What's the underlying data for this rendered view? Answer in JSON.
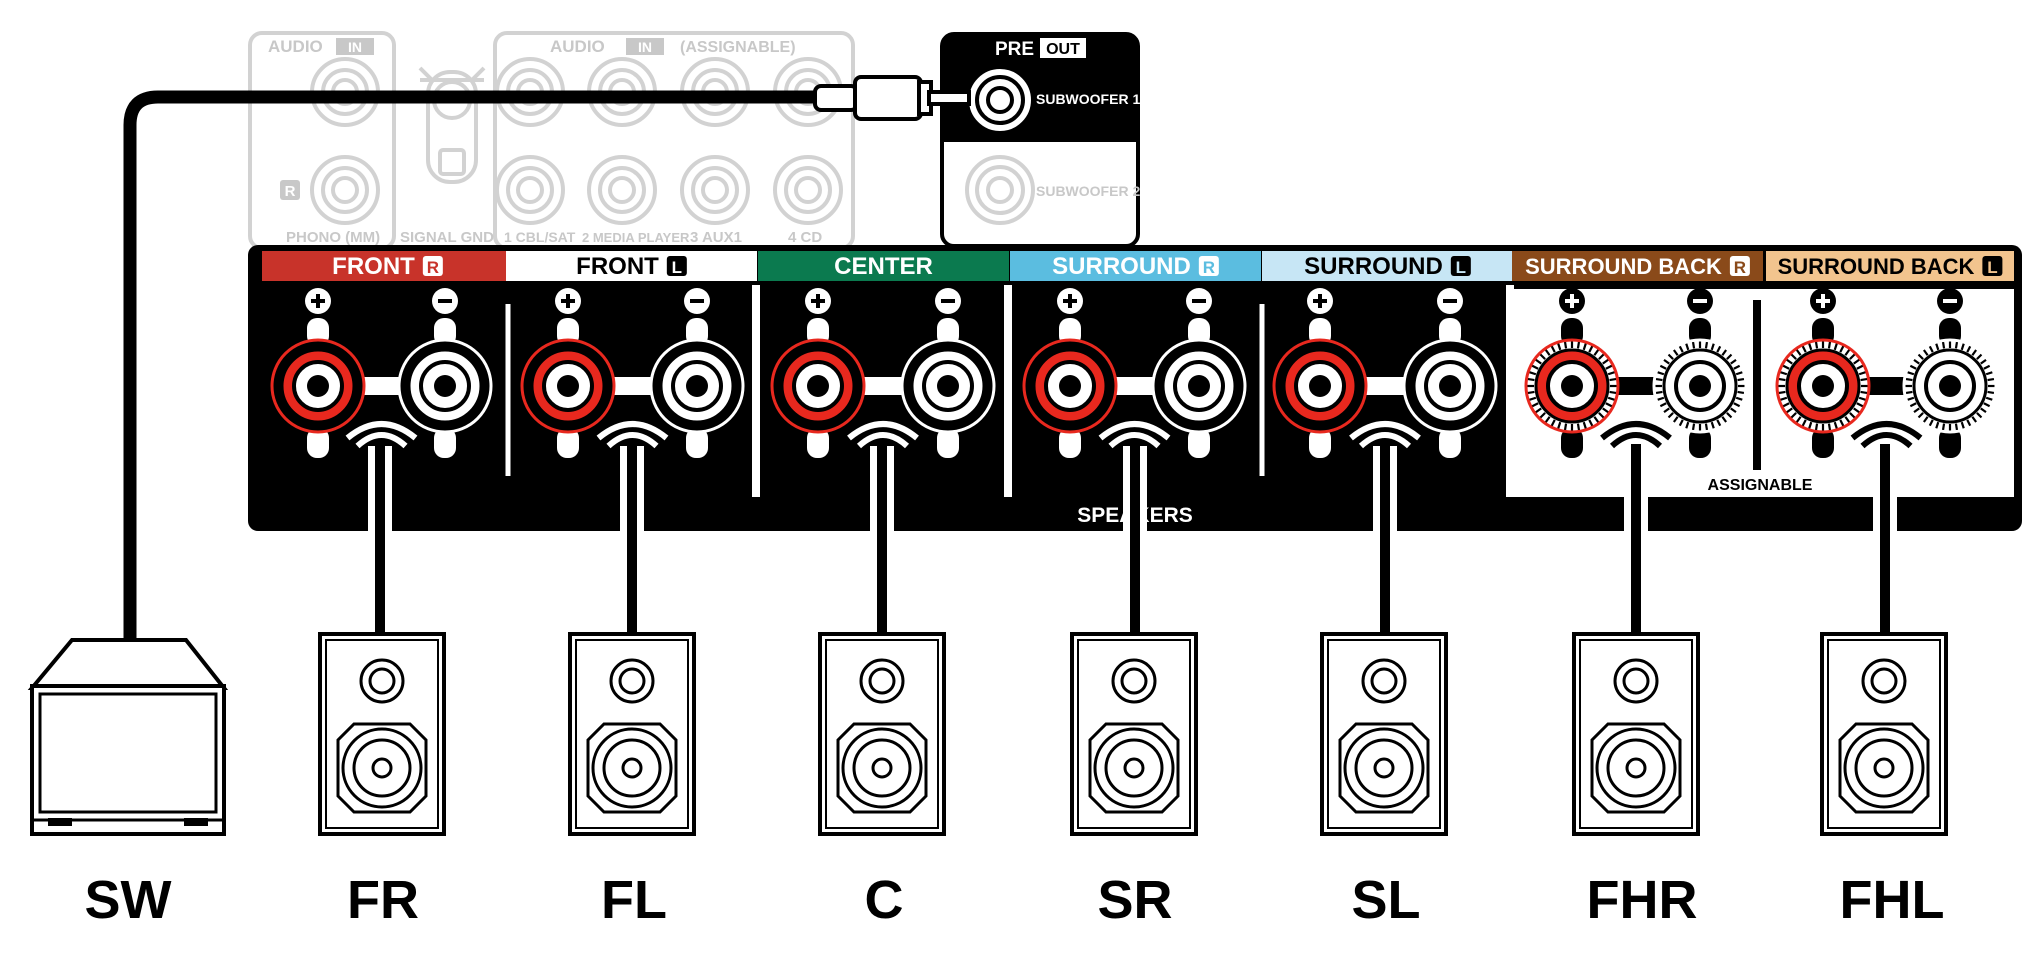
{
  "diagram": {
    "panel_labels": {
      "audio_in_left": {
        "audio": "AUDIO",
        "in": "IN"
      },
      "audio_in_right": {
        "audio": "AUDIO",
        "in": "IN",
        "assignable": "(ASSIGNABLE)"
      },
      "r_mark": "R",
      "phono": "PHONO (MM)",
      "signal_gnd": "SIGNAL GND",
      "inputs": [
        "1 CBL/SAT",
        "2 MEDIA PLAYER",
        "3 AUX1",
        "4 CD"
      ]
    },
    "pre_out": {
      "pre": "PRE",
      "out": "OUT",
      "subwoofer1": "SUBWOOFER 1",
      "subwoofer2": "SUBWOOFER 2"
    },
    "speaker_panel": {
      "speakers_label": "SPEAKERS",
      "assignable": "ASSIGNABLE",
      "plus": "+",
      "minus": "−"
    },
    "channels": [
      {
        "label": "FRONT",
        "tag": "R",
        "color": "#c8332a",
        "text_color": "#ffffff",
        "tag_fg": "#c8332a",
        "tag_bg": "#ffffff"
      },
      {
        "label": "FRONT",
        "tag": "L",
        "color": "#ffffff",
        "text_color": "#000000",
        "tag_fg": "#ffffff",
        "tag_bg": "#000000"
      },
      {
        "label": "CENTER",
        "tag": "",
        "color": "#0b7a4f",
        "text_color": "#ffffff",
        "tag_fg": "",
        "tag_bg": ""
      },
      {
        "label": "SURROUND",
        "tag": "R",
        "color": "#5bbde0",
        "text_color": "#ffffff",
        "tag_fg": "#5bbde0",
        "tag_bg": "#ffffff"
      },
      {
        "label": "SURROUND",
        "tag": "L",
        "color": "#c7e6f5",
        "text_color": "#000000",
        "tag_fg": "#c7e6f5",
        "tag_bg": "#000000"
      },
      {
        "label": "SURROUND BACK",
        "tag": "R",
        "color": "#8a4a1a",
        "text_color": "#ffffff",
        "tag_fg": "#8a4a1a",
        "tag_bg": "#ffffff"
      },
      {
        "label": "SURROUND BACK",
        "tag": "L",
        "color": "#f2c48e",
        "text_color": "#000000",
        "tag_fg": "#f2c48e",
        "tag_bg": "#000000"
      }
    ],
    "speaker_labels": [
      "SW",
      "FR",
      "FL",
      "C",
      "SR",
      "SL",
      "FHR",
      "FHL"
    ],
    "colors": {
      "terminal_red": "#e8281e",
      "faded": "#d2d2d2",
      "black": "#000000"
    }
  }
}
